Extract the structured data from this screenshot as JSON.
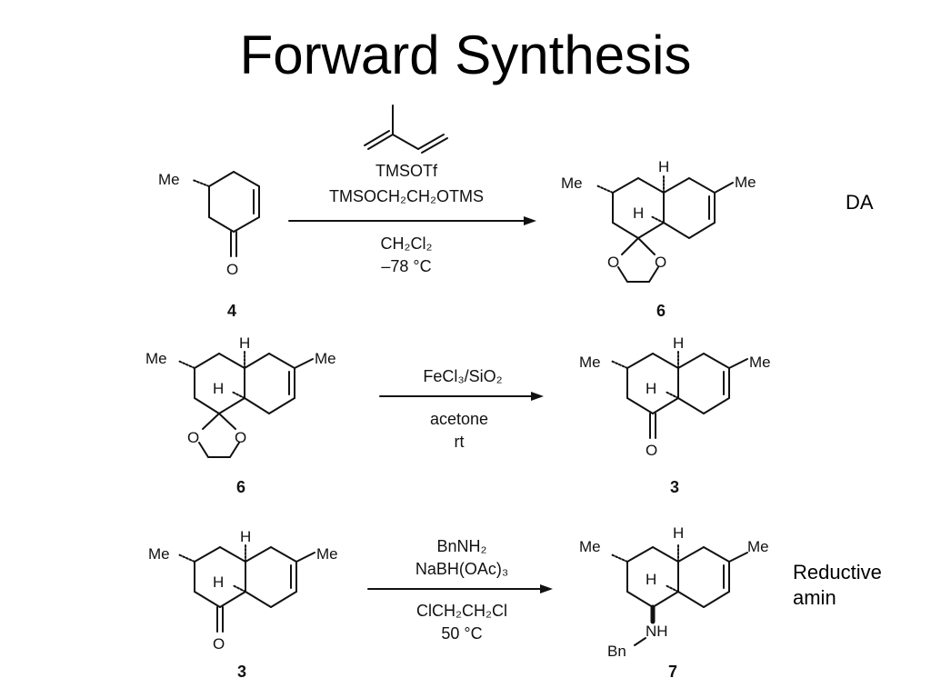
{
  "slide_title": "Forward Synthesis",
  "labels": {
    "me": "Me",
    "h": "H",
    "o": "O",
    "nh": "NH",
    "bn": "Bn"
  },
  "compounds": {
    "c4": "4",
    "c6": "6",
    "c3": "3",
    "c7": "7"
  },
  "reactions": [
    {
      "above": [
        "TMSOTf",
        "TMSOCH₂CH₂OTMS"
      ],
      "below": [
        "CH₂Cl₂",
        "–78 °C"
      ]
    },
    {
      "above": [
        "FeCl₃/SiO₂"
      ],
      "below": [
        "acetone",
        "rt"
      ]
    },
    {
      "above": [
        "BnNH₂",
        "NaBH(OAc)₃"
      ],
      "below": [
        "ClCH₂CH₂Cl",
        "50 °C"
      ]
    }
  ],
  "annotations": {
    "da": "DA",
    "reductive_line1": "Reductive",
    "reductive_line2": "amin"
  }
}
